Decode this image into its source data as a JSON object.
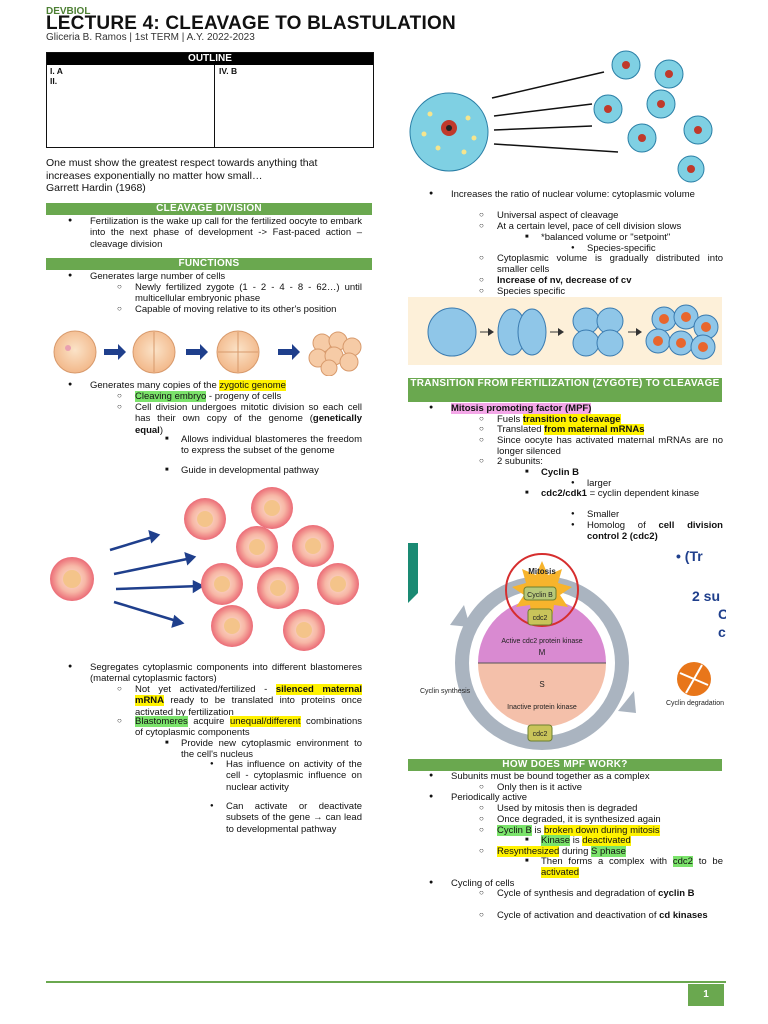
{
  "header": {
    "course": "DEVBIOL",
    "title": "LECTURE 4: CLEAVAGE TO BLASTULATION",
    "byline": "Gliceria B. Ramos | 1st TERM | A.Y. 2022-2023"
  },
  "outline": {
    "heading": "OUTLINE",
    "col1": [
      "I.  A",
      "II."
    ],
    "col2": [
      "IV.  B"
    ]
  },
  "quote": {
    "text": "One must show the greatest respect towards anything that increases exponentially no matter how small…",
    "author": "Garrett Hardin (1968)"
  },
  "cleavage": {
    "heading": "CLEAVAGE DIVISION",
    "b1": "Fertilization is the wake up call for the fertilized oocyte to embark into the next phase of development -> Fast-paced action – cleavage division"
  },
  "functions": {
    "heading": "FUNCTIONS",
    "f1": "Generates large number of cells",
    "f1a": "Newly fertilized zygote (1 - 2 - 4 - 8 - 62…) until multicellular embryonic phase",
    "f1b": "Capable of moving relative to its other's position",
    "f2_pre": "Generates many copies of the ",
    "f2_hl": "zygotic genome",
    "f2a_hl": "Cleaving embryo",
    "f2a_rest": " - progeny of cells",
    "f2b_pre": "Cell division undergoes mitotic division so each cell has their own copy of the genome (",
    "f2b_bold": "genetically equal",
    "f2b_post": ")",
    "f2b1": "Allows individual blastomeres the freedom to express the subset of the genome",
    "f2b2": "Guide in developmental pathway",
    "f3": "Segregates cytoplasmic components into different blastomeres (maternal cytoplasmic factors)",
    "f3a_pre": "Not yet activated/fertilized - ",
    "f3a_hl": "silenced maternal mRNA",
    "f3a_post": " ready to be translated into proteins once activated by fertilization",
    "f3b_hl1": "Blastomeres",
    "f3b_mid": " acquire ",
    "f3b_hl2": "unequal/different",
    "f3b_post": " combinations of cytoplasmic components",
    "f3b1": "Provide new cytoplasmic environment to the cell's nucleus",
    "f3b1a": "Has influence on activity of the cell - cytoplasmic influence on nuclear activity",
    "f3b1b": "Can activate or deactivate subsets of the gene → can lead to developmental pathway"
  },
  "ratio": {
    "r1": "Increases the ratio of nuclear volume: cytoplasmic volume",
    "r1a": "Universal aspect of cleavage",
    "r1b": "At a certain level, pace of cell division slows",
    "r1b1": "*balanced volume or \"setpoint\"",
    "r1b1a": "Species-specific",
    "r1c": "Cytoplasmic volume is gradually distributed into smaller cells",
    "r1d": "Increase of nv, decrease of cv",
    "r1e": "Species specific"
  },
  "transition": {
    "heading": "TRANSITION FROM FERTILIZATION (ZYGOTE) TO CLEAVAGE",
    "t1": "Mitosis promoting factor (MPF)",
    "t1a_pre": "Fuels ",
    "t1a_hl": "transition to cleavage",
    "t1b_pre": "Translated ",
    "t1b_hl": "from maternal mRNAs",
    "t1c": "Since oocyte has activated maternal mRNAs are no longer silenced",
    "t1d": "2 subunits:",
    "t1d1": "Cyclin B",
    "t1d1a": "larger",
    "t1d2_bold": "cdc2/cdk1",
    "t1d2_rest": " = cyclin dependent kinase",
    "t1d2a": "Smaller",
    "t1d2b_pre": "Homolog of ",
    "t1d2b_bold": "cell division control 2 (cdc2)"
  },
  "cycle_figure": {
    "mitosis": "Mitosis",
    "cyclin_b": "Cyclin B",
    "cdc2": "cdc2",
    "active": "Active cdc2 protein kinase",
    "m": "M",
    "s": "S",
    "inactive": "Inactive protein kinase",
    "synthesis": "Cyclin synthesis",
    "degradation": "Cyclin degradation",
    "slide_tr": "• (Tr",
    "slide_2su": "2 su",
    "slide_c1": "C",
    "slide_c2": "c"
  },
  "mpf": {
    "heading": "HOW DOES MPF WORK?",
    "m1": "Subunits must be bound together as a complex",
    "m1a": "Only then is it active",
    "m2": "Periodically active",
    "m2a": "Used by mitosis then is degraded",
    "m2b": "Once degraded, it is synthesized again",
    "m2c_hl1": "Cyclin B",
    "m2c_mid": " is ",
    "m2c_hl2": "broken down during mitosis",
    "m2c1_hl1": "Kinase",
    "m2c1_mid": " is ",
    "m2c1_hl2": "deactivated",
    "m2d_hl1": "Resynthesized",
    "m2d_mid": " during ",
    "m2d_hl2": "S phase",
    "m2d1_pre": "Then forms a complex with ",
    "m2d1_hl1": "cdc2",
    "m2d1_mid": " to be ",
    "m2d1_hl2": "activated",
    "m3": "Cycling of cells",
    "m3a_pre": "Cycle of synthesis and degradation of ",
    "m3a_bold": "cyclin B",
    "m3b_pre": "Cycle of activation and deactivation of ",
    "m3b_bold": "cd kinases"
  },
  "page_number": "1",
  "colors": {
    "accent": "#6aa84f",
    "highlight_yellow": "#fff200",
    "highlight_green": "#7be36b"
  }
}
